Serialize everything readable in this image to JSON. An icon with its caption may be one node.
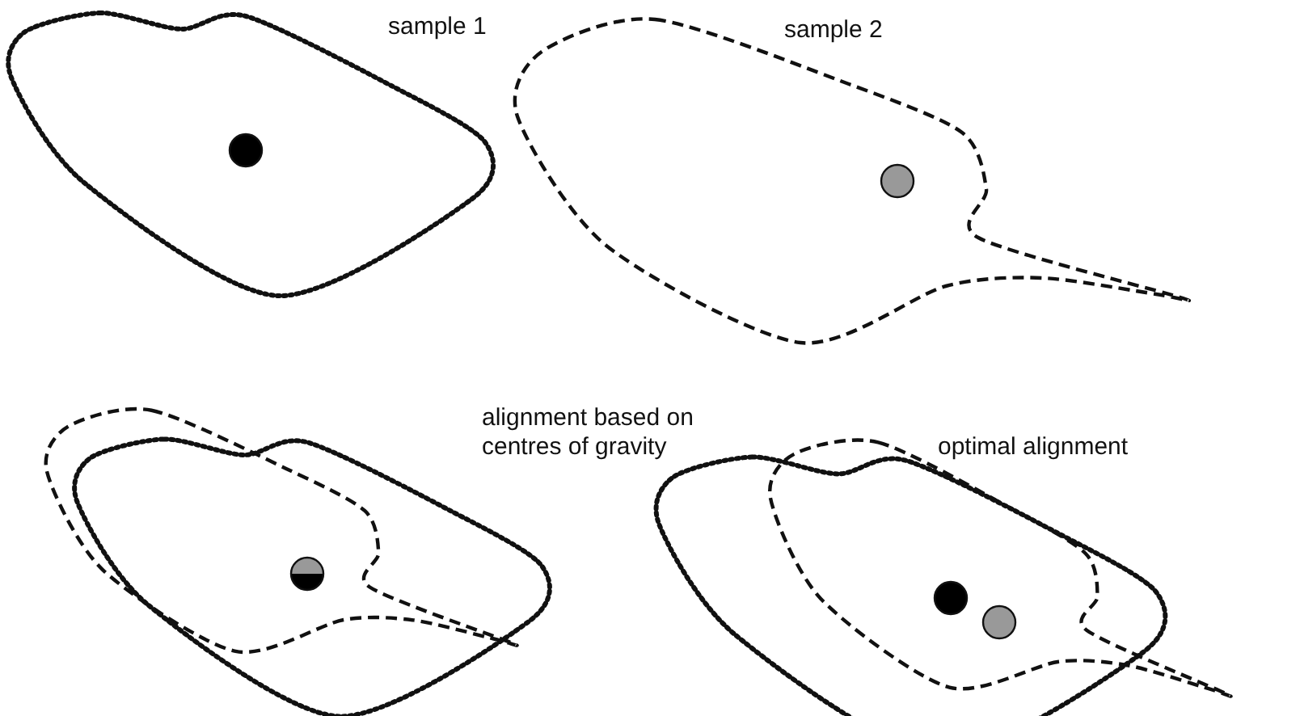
{
  "diagram": {
    "labels": [
      "sample 1",
      "sample 2",
      "alignment based on centres of gravity",
      "optimal alignment"
    ]
  }
}
